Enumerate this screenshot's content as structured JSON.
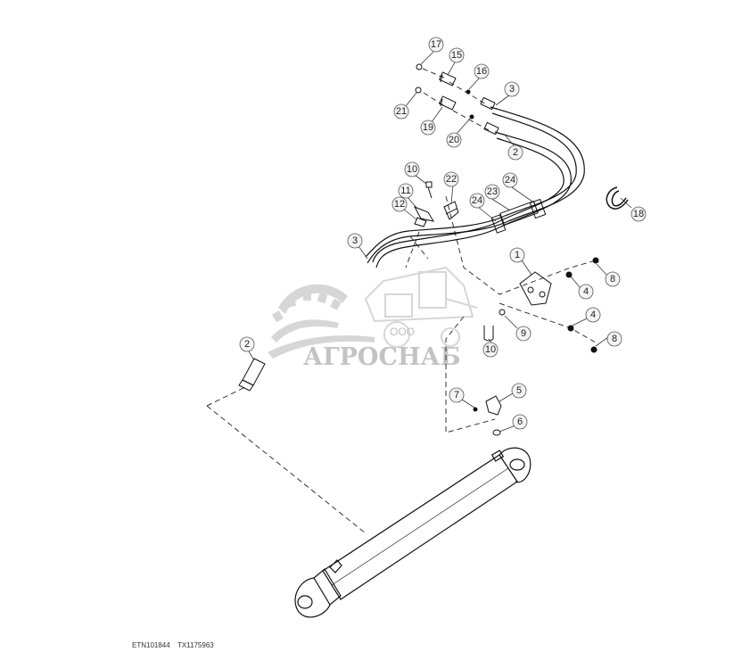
{
  "figure_ids": [
    "ETN101844",
    "TX1175963"
  ],
  "watermark": {
    "brand": "АГРОСНАБ",
    "prefix": "ООО"
  },
  "callouts": [
    {
      "label": "17"
    },
    {
      "label": "15"
    },
    {
      "label": "16"
    },
    {
      "label": "3"
    },
    {
      "label": "21"
    },
    {
      "label": "19"
    },
    {
      "label": "20"
    },
    {
      "label": "2"
    },
    {
      "label": "10"
    },
    {
      "label": "22"
    },
    {
      "label": "24"
    },
    {
      "label": "11"
    },
    {
      "label": "23"
    },
    {
      "label": "12"
    },
    {
      "label": "24"
    },
    {
      "label": "18"
    },
    {
      "label": "3"
    },
    {
      "label": "1"
    },
    {
      "label": "8"
    },
    {
      "label": "4"
    },
    {
      "label": "9"
    },
    {
      "label": "4"
    },
    {
      "label": "8"
    },
    {
      "label": "2"
    },
    {
      "label": "10"
    },
    {
      "label": "7"
    },
    {
      "label": "5"
    },
    {
      "label": "6"
    }
  ]
}
